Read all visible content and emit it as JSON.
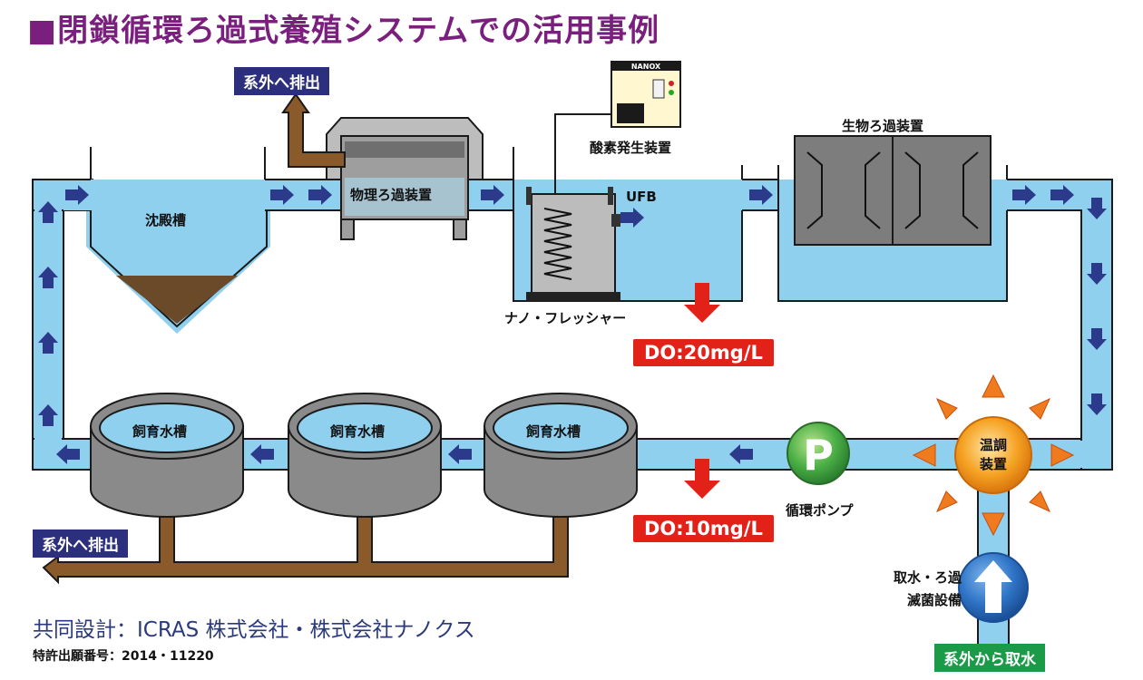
{
  "title": "■閉鎖循環ろ過式養殖システムでの活用事例",
  "labels": {
    "discharge_top": "系外へ排出",
    "discharge_bottom": "系外へ排出",
    "oxygen_generator": "酸素発生装置",
    "oxygen_generator_brand": "NANOX",
    "bio_filter": "生物ろ過装置",
    "sedimentation_tank": "沈殿槽",
    "physical_filter": "物理ろ過装置",
    "ufb": "UFB",
    "nano_flesher": "ナノ・フレッシャー",
    "do_top": "DO:20mg/L",
    "do_bottom": "DO:10mg/L",
    "rearing_tank_1": "飼育水槽",
    "rearing_tank_2": "飼育水槽",
    "rearing_tank_3": "飼育水槽",
    "pump_symbol": "P",
    "pump_label": "循環ポンプ",
    "temp_line1": "温調",
    "temp_line2": "装置",
    "intake_line1": "取水・ろ過",
    "intake_line2": "滅菌設備",
    "intake_box": "系外から取水"
  },
  "credit": "共同設計：ICRAS 株式会社・株式会社ナノクス",
  "patent": "特許出願番号：2014・11220",
  "colors": {
    "water": "#8fd0ee",
    "pipe_outline": "#1a1a1a",
    "arrow": "#2c3a8c",
    "sludge": "#6b4a2a",
    "tank_gray": "#8a8a8a",
    "do_red": "#e22119",
    "title_purple": "#7a1f7e",
    "pump_green": "#3aa64a",
    "heater_orange": "#f29a1e",
    "intake_blue": "#2a6fc0",
    "discharge_navy": "#2c2f7e",
    "intake_green": "#1b9a48"
  }
}
